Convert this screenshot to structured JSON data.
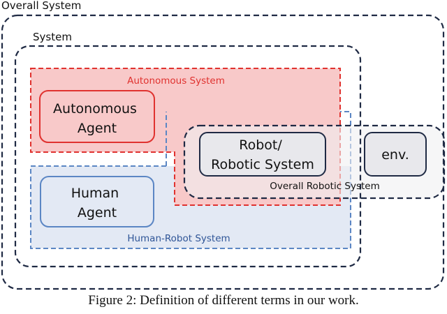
{
  "diagram": {
    "regions": {
      "overall_system": "Overall System",
      "system": "System",
      "autonomous_system": "Autonomous System",
      "human_robot_system": "Human-Robot System",
      "overall_robotic_system": "Overall Robotic System"
    },
    "nodes": {
      "autonomous_agent": [
        "Autonomous",
        "Agent"
      ],
      "human_agent": [
        "Human",
        "Agent"
      ],
      "robot_system": [
        "Robot/",
        "Robotic System"
      ],
      "env": "env."
    },
    "colors": {
      "navy": "#1f2a44",
      "red": "#e0322f",
      "red_fill": "#f8c9c9",
      "blue": "#5b86c4",
      "blue_fill": "#e3e9f4",
      "gray_fill": "#f0f0f2"
    }
  },
  "caption": "Figure 2: Definition of different terms in our work."
}
